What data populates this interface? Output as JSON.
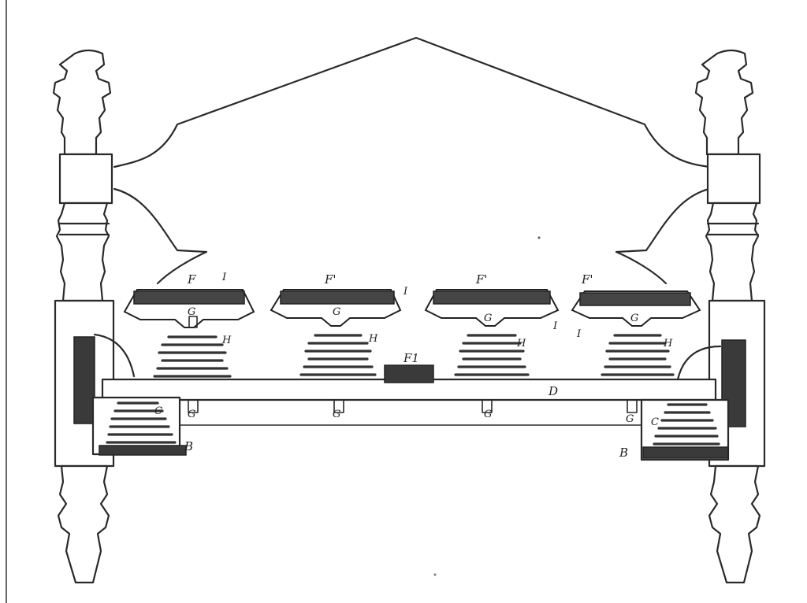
{
  "figure": {
    "labels": {
      "F1": "F",
      "F2": "F'",
      "F3": "F'",
      "F4": "F'",
      "F_center": "F1",
      "I": "I",
      "G": "G",
      "H": "H",
      "D": "D",
      "C": "C",
      "B": "B"
    }
  }
}
